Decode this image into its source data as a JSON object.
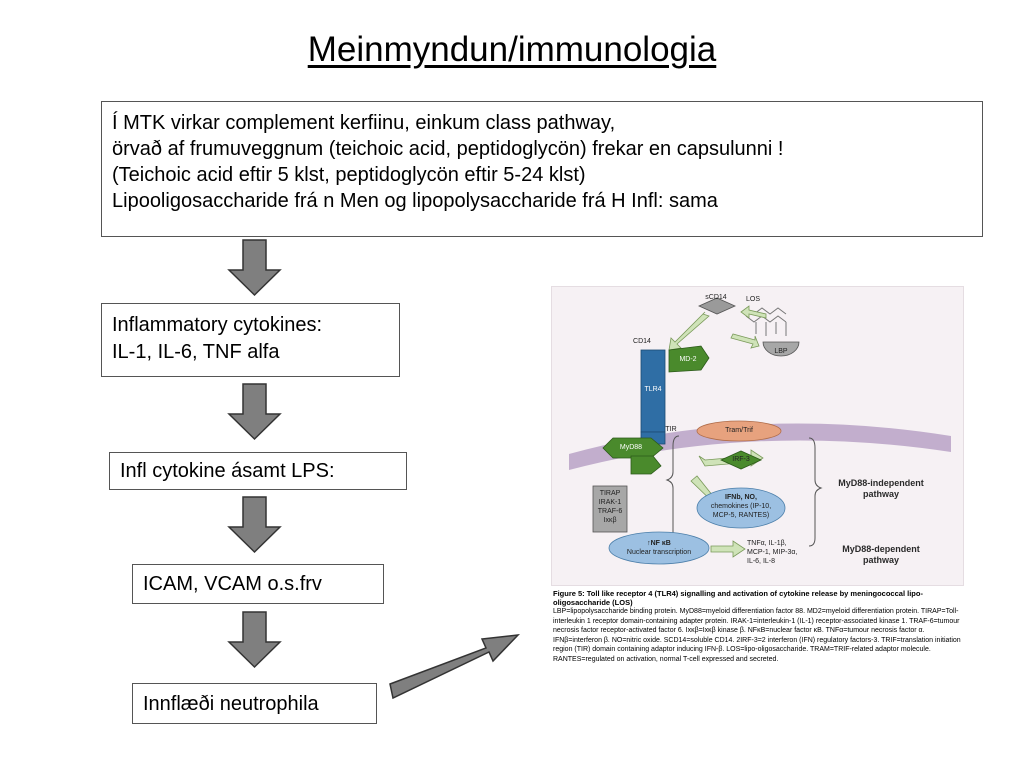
{
  "title": "Meinmyndun/immunologia",
  "top_box": {
    "lines": [
      "Í MTK virkar complement kerfiinu, einkum class pathway,",
      "örvað af frumuveggnum (teichoic acid, peptidoglycön) frekar en capsulunni !",
      "(Teichoic acid eftir 5 klst, peptidoglycön eftir 5-24 klst)",
      "Lipooligosaccharide frá n Men og lipopolysaccharide frá H Infl: sama"
    ]
  },
  "flow": {
    "step1": [
      "Inflammatory cytokines:",
      "IL-1, IL-6, TNF alfa"
    ],
    "step2": "Infl cytokine ásamt LPS:",
    "step3": "ICAM, VCAM o.s.frv",
    "step4": "Innflæði neutrophila"
  },
  "figure": {
    "labels": {
      "los": "LOS",
      "scd14": "sCD14",
      "cd14": "CD14",
      "md2": "MD-2",
      "tlr4": "TLR4",
      "lbp": "LBP",
      "tir": "TIR",
      "myd88": "MyD88",
      "tram": "Tram/Trif",
      "irf3": "IRF-3",
      "ifn_title": "IFNb, NO,",
      "ifn_sub1": "chemokines (IP-10,",
      "ifn_sub2": "MCP-5, RANTES)",
      "tirap": [
        "TIRAP",
        "IRAK-1",
        "TRAF-6",
        "Ixκβ"
      ],
      "nfkb_title": "↑NF κB",
      "nfkb_sub": "Nuclear transcription",
      "tnf": [
        "TNFα, IL-1β,",
        "MCP-1, MIP-3α,",
        "IL-6, IL-8"
      ],
      "indep": [
        "MyD88-independent",
        "pathway"
      ],
      "dep": [
        "MyD88-dependent",
        "pathway"
      ]
    },
    "caption_title": "Figure 5: Toll like receptor 4 (TLR4) signalling and activation of cytokine release by meningococcal lipo-oligosaccharide (LOS)",
    "caption_body": "LBP=lipopolysaccharide binding protein. MyD88=myeloid differentiation factor 88. MD2=myeloid differentiation protein. TIRAP=Toll-interleukin 1 receptor domain-containing adapter protein. IRAK-1=interleukin-1 (IL-1) receptor-associated kinase 1. TRAF-6=tumour necrosis factor receptor-activated factor 6. Ixκβ=Ixκβ kinase β. NFκB=nuclear factor κB. TNFα=tumour necrosis factor α. IFNβ=interferon β. NO=nitric oxide. SCD14=soluble CD14. 2IRF-3=2 interferon (IFN) regulatory factors-3. TRIF=translation initiation region (TIR) domain containing adaptor inducing IFN-β. LOS=lipo-oligosaccharide. TRAM=TRIF-related adaptor molecule. RANTES=regulated on activation, normal T-cell expressed and secreted."
  },
  "colors": {
    "arrow_fill": "#7f7f7f",
    "membrane": "#b9a2c6",
    "green": "#4a8a2c",
    "blue": "#2f6ea5",
    "tram": "#e7a27e",
    "oval_blue": "#9cc0e2"
  }
}
